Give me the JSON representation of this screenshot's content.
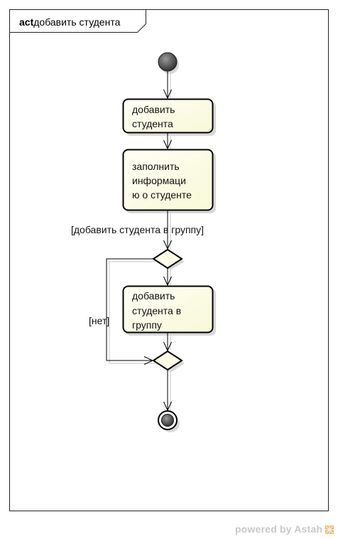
{
  "frame": {
    "keyword": "act",
    "name": "добавить студента"
  },
  "nodes": {
    "action_add_student": [
      "добавить",
      "студента"
    ],
    "action_fill_info": [
      "заполнить",
      "информаци",
      "ю о студенте"
    ],
    "action_add_to_group": [
      "добавить",
      "студента в",
      "группу"
    ]
  },
  "guards": {
    "add_to_group": "[добавить студента в группу]",
    "no": "[нет]"
  },
  "watermark": {
    "text": "powered by Astah"
  },
  "colors": {
    "action_fill": "#fefee6",
    "action_border": "#000000",
    "shadow": "#d8d8d8",
    "initial_node": "#404040",
    "watermark_logo": "#f3b36b"
  }
}
